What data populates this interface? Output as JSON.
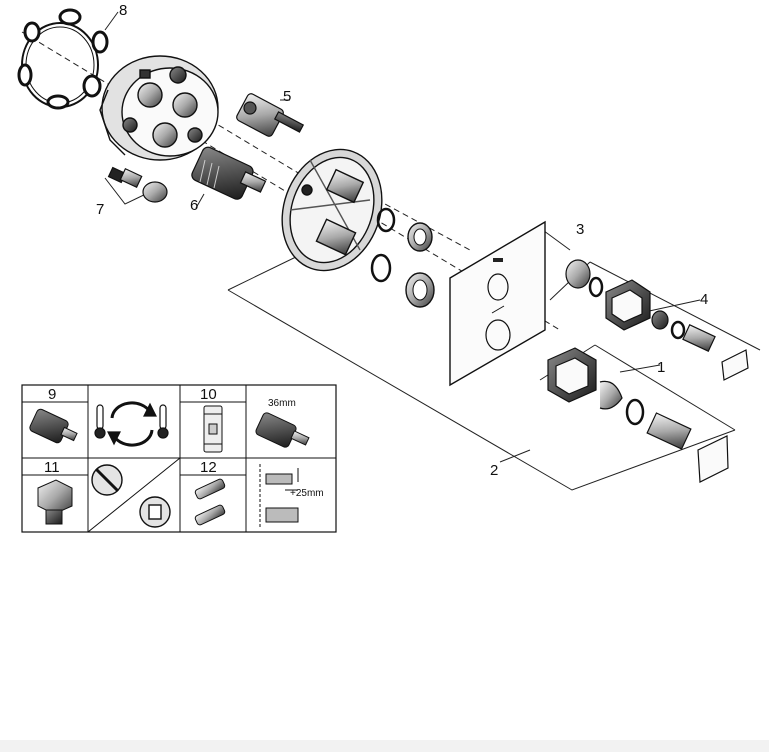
{
  "diagram": {
    "part_labels": {
      "p1": "1",
      "p2": "2",
      "p3": "3",
      "p4": "4",
      "p5": "5",
      "p6": "6",
      "p7": "7",
      "p8": "8"
    },
    "accessory_table": {
      "cell_9": "9",
      "cell_10": "10",
      "cell_11": "11",
      "cell_12": "12",
      "wrench_size": "36mm",
      "extension_depth": "+25mm"
    }
  }
}
